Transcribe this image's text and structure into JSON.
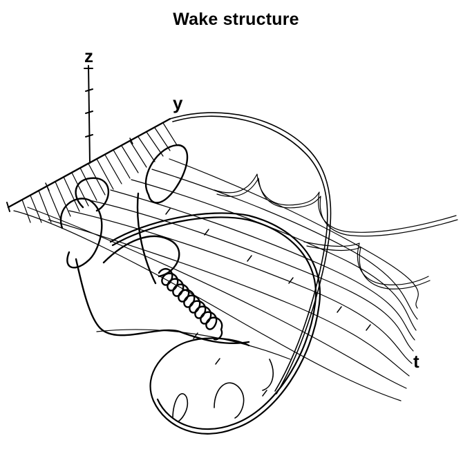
{
  "title": "Wake structure",
  "axes": {
    "z": "z",
    "y": "y",
    "t": "t"
  },
  "colors": {
    "ink": "#000000",
    "background": "#ffffff"
  }
}
